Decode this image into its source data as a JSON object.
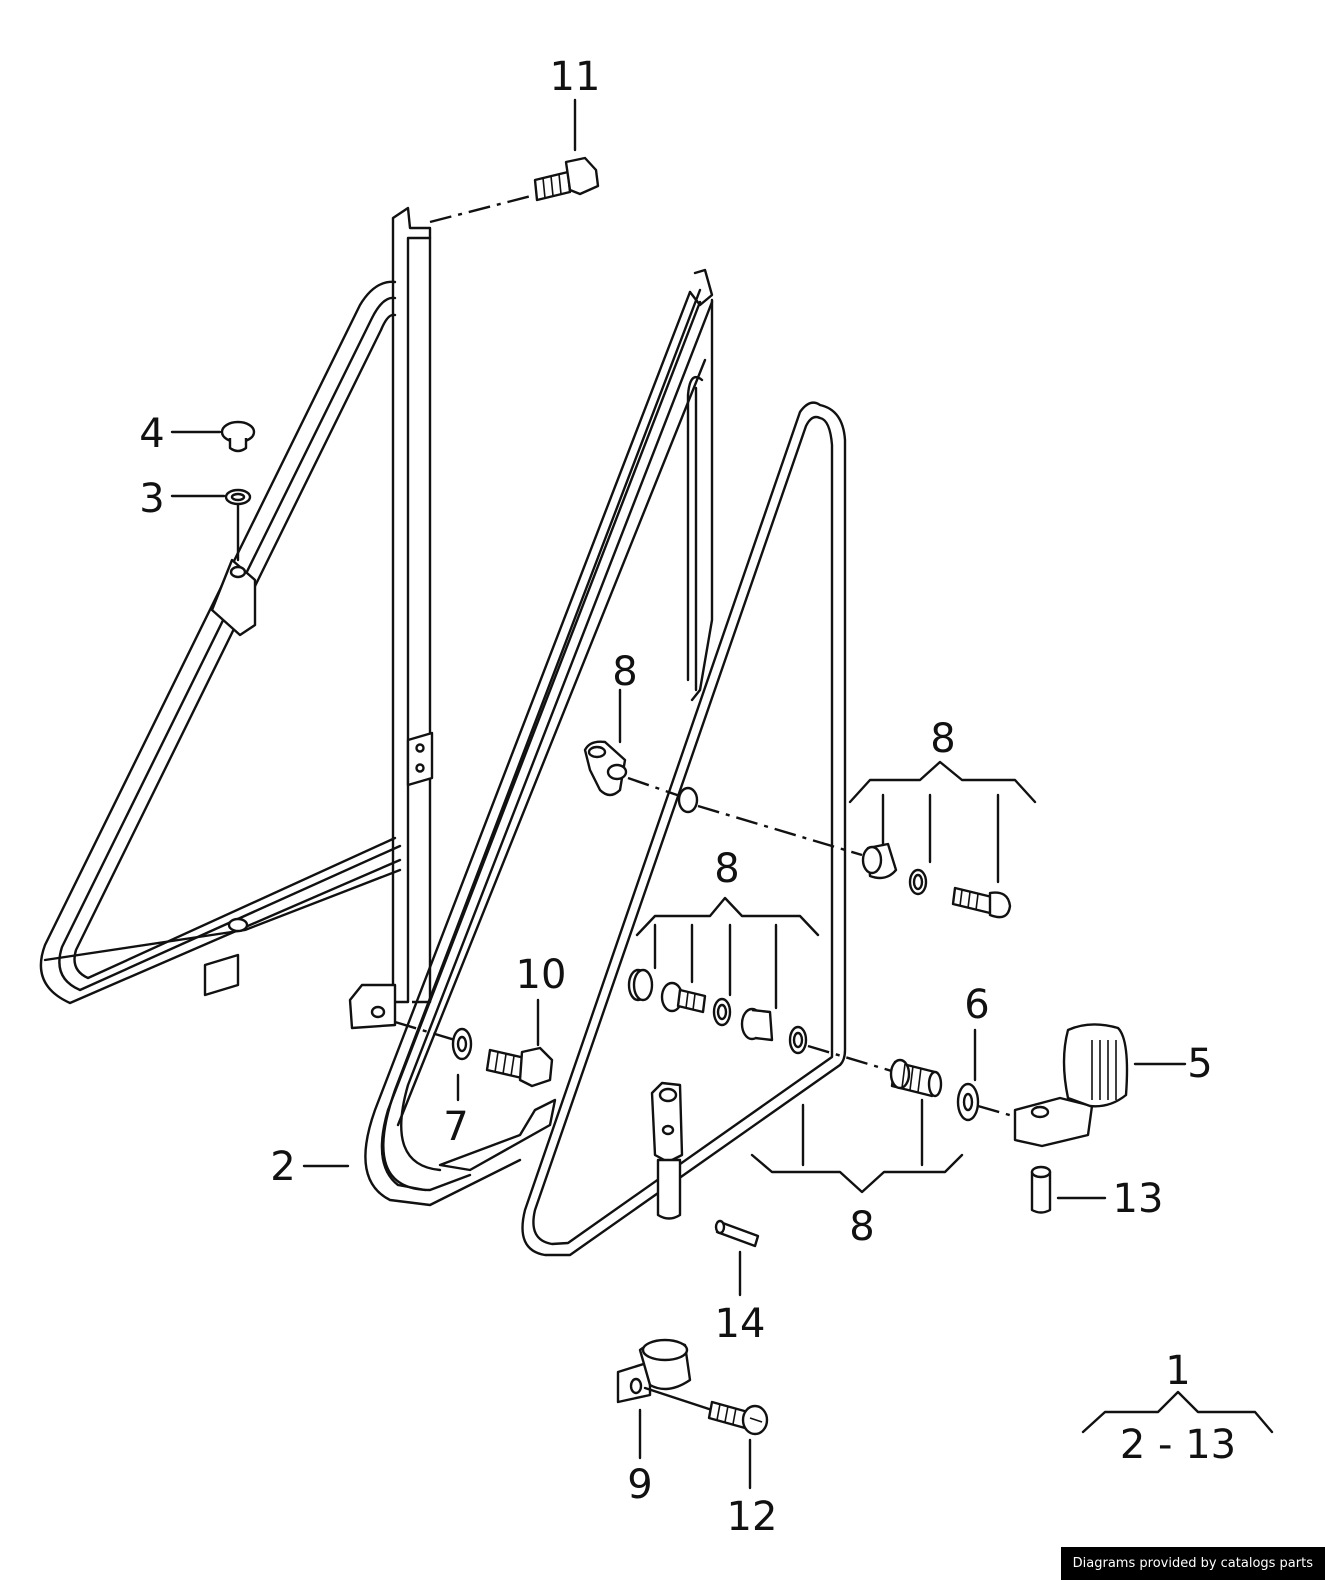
{
  "callouts": {
    "c1": "1",
    "c2": "2",
    "c3": "3",
    "c4": "4",
    "c5": "5",
    "c6": "6",
    "c7": "7",
    "c8a": "8",
    "c8b": "8",
    "c8c": "8",
    "c8d": "8",
    "c9": "9",
    "c10": "10",
    "c11": "11",
    "c12": "12",
    "c13": "13",
    "c14": "14"
  },
  "range_label": "2 - 13",
  "credit": "Diagrams provided by catalogs parts"
}
